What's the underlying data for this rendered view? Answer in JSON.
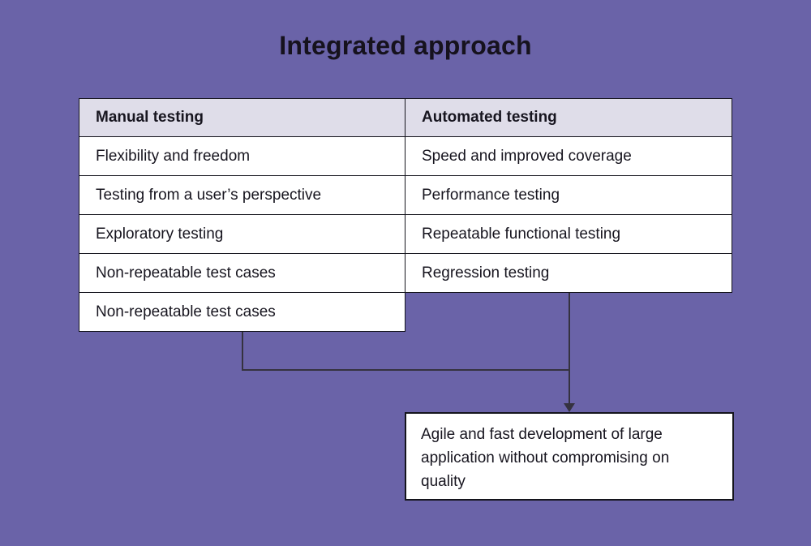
{
  "title": "Integrated approach",
  "table": {
    "header": {
      "left": "Manual testing",
      "right": "Automated testing"
    },
    "rows": [
      {
        "left": "Flexibility and freedom",
        "right": "Speed and improved coverage"
      },
      {
        "left": "Testing from a user’s perspective",
        "right": "Performance testing"
      },
      {
        "left": "Exploratory testing",
        "right": "Repeatable functional testing"
      },
      {
        "left": "Non-repeatable test cases",
        "right": "Regression testing"
      },
      {
        "left": "Non-repeatable test cases"
      }
    ]
  },
  "result_box": {
    "text": "Agile and fast development of large application without compromising on quality"
  },
  "colors": {
    "background": "#6a63a8",
    "header_bg": "#dfdde9",
    "cell_bg": "#ffffff",
    "border": "#14141c",
    "connector": "#35323f",
    "text": "#17151f"
  }
}
